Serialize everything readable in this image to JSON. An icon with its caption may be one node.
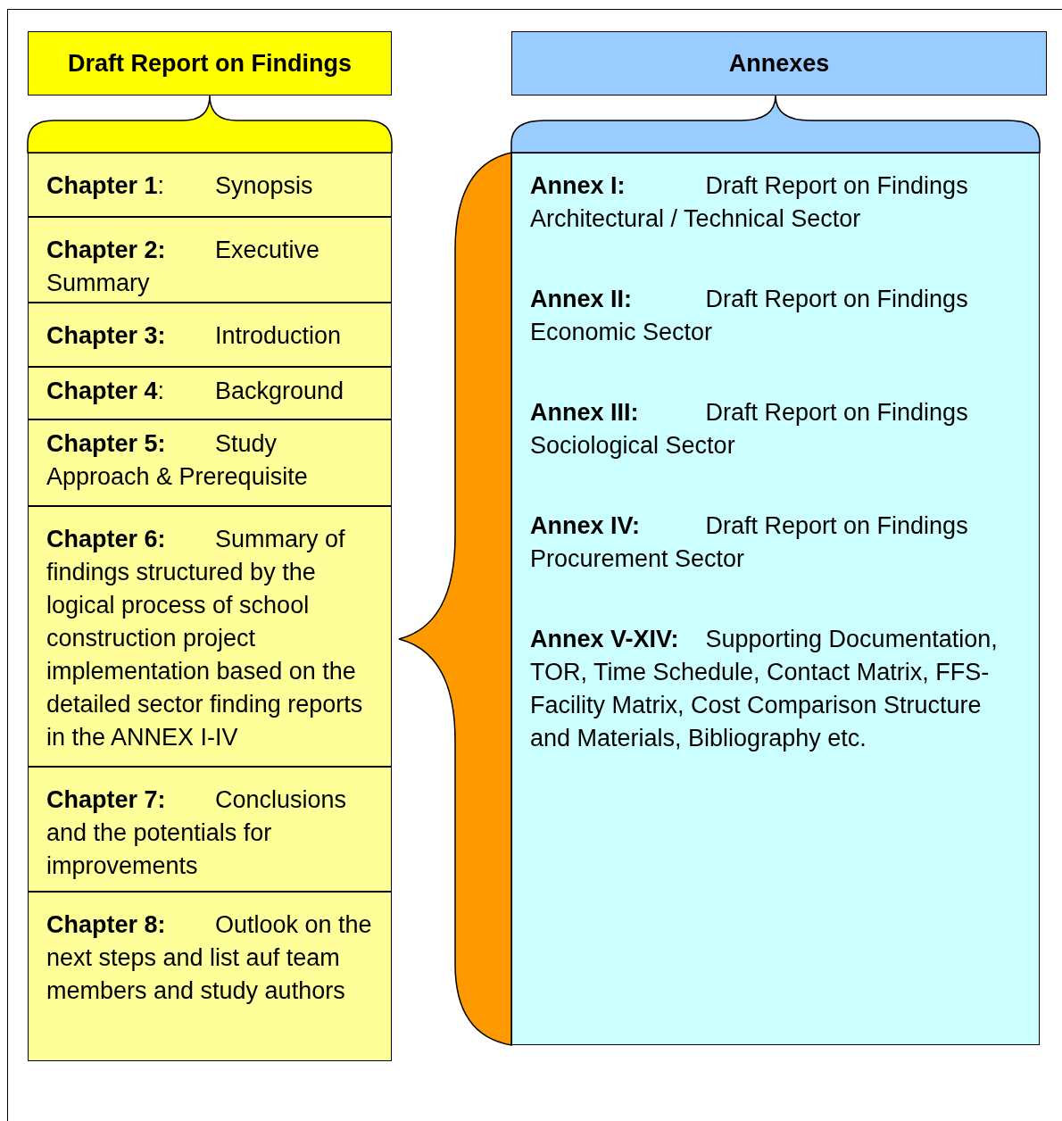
{
  "diagram": {
    "nodes": [
      {
        "text": [
          "Draft Report on Findings"
        ]
      },
      {
        "text": [
          "**Chapter 1**:",
          "Synopsis"
        ]
      },
      {
        "text": [
          "Chapter 2:",
          "Executive Summary"
        ]
      },
      {
        "text": [
          "Chapter 3:",
          "Introduction"
        ]
      },
      {
        "text": [
          "**Chapter 4**:",
          "Background"
        ]
      },
      {
        "text": [
          "Chapter 5:",
          "Study Approach & Prerequisite"
        ]
      },
      {
        "text": [
          "Chapter 6:",
          "Summary of findings structured by the logical process of school construction project implementation based on the detailed sector finding reports in the ANNEX I-IV"
        ]
      },
      {
        "text": [
          "Chapter 7:",
          "Conclusions and the potentials for improvements"
        ]
      },
      {
        "text": [
          "Chapter 8:",
          "Outlook on the next steps and list auf team members and study authors"
        ]
      },
      {
        "text": [
          "Annexes"
        ]
      },
      {
        "text": [
          "**Annex I:** Draft Report on Findings Architectural / Technical Sector",
          "**Annex II:** Draft Report on Findings Economic Sector",
          "**Annex III:** Draft Report on Findings Sociological Sector",
          "**Annex IV:** Draft Report on Findings Procurement Sector",
          "**Annex V-XIV:** Supporting Documentation, TOR, Time Schedule, Contact Matrix, FFS-Facility Matrix, Cost Comparison Structure and Materials, Bibliography etc."
        ]
      },
      {
        "text": [],
        "shape": "brace"
      },
      {
        "text": [],
        "shape": "brace"
      },
      {
        "text": [],
        "shape": "brace"
      }
    ]
  }
}
